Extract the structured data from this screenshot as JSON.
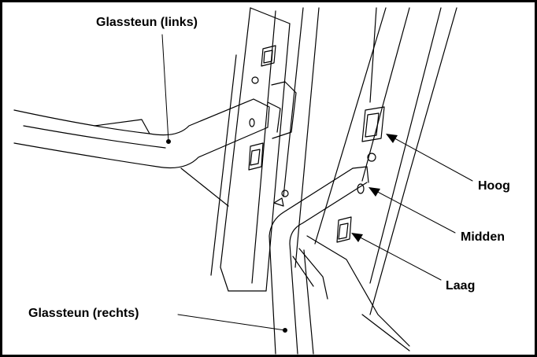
{
  "labels": {
    "left_support": "Glassteun (links)",
    "right_support": "Glassteun (rechts)",
    "high": "Hoog",
    "middle": "Midden",
    "low": "Laag"
  },
  "colors": {
    "line": "#000000",
    "background": "#ffffff"
  }
}
